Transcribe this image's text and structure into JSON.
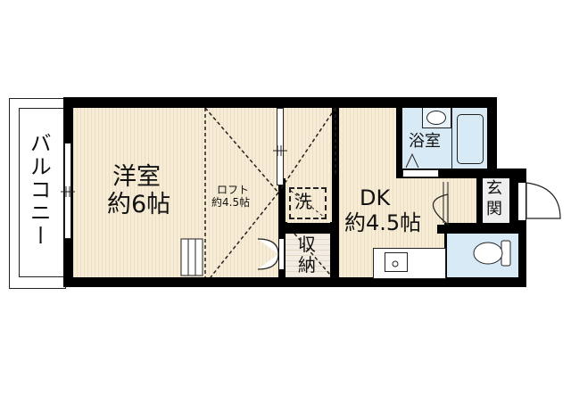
{
  "rooms": {
    "balcony": {
      "label": "バルコニー"
    },
    "western_room": {
      "name": "洋室",
      "size": "約6帖"
    },
    "loft": {
      "name": "ロフト",
      "size": "約4.5帖"
    },
    "laundry": {
      "label": "洗"
    },
    "storage": {
      "label1": "収",
      "label2": "納"
    },
    "bathroom": {
      "label": "浴室"
    },
    "dk": {
      "name": "DK",
      "size": "約4.5帖"
    },
    "entrance": {
      "label1": "玄",
      "label2": "関"
    }
  },
  "colors": {
    "wall": "#000000",
    "floor": "#f7ecd5",
    "wet_area": "#d9eaf7",
    "storage": "#f3ece2"
  }
}
